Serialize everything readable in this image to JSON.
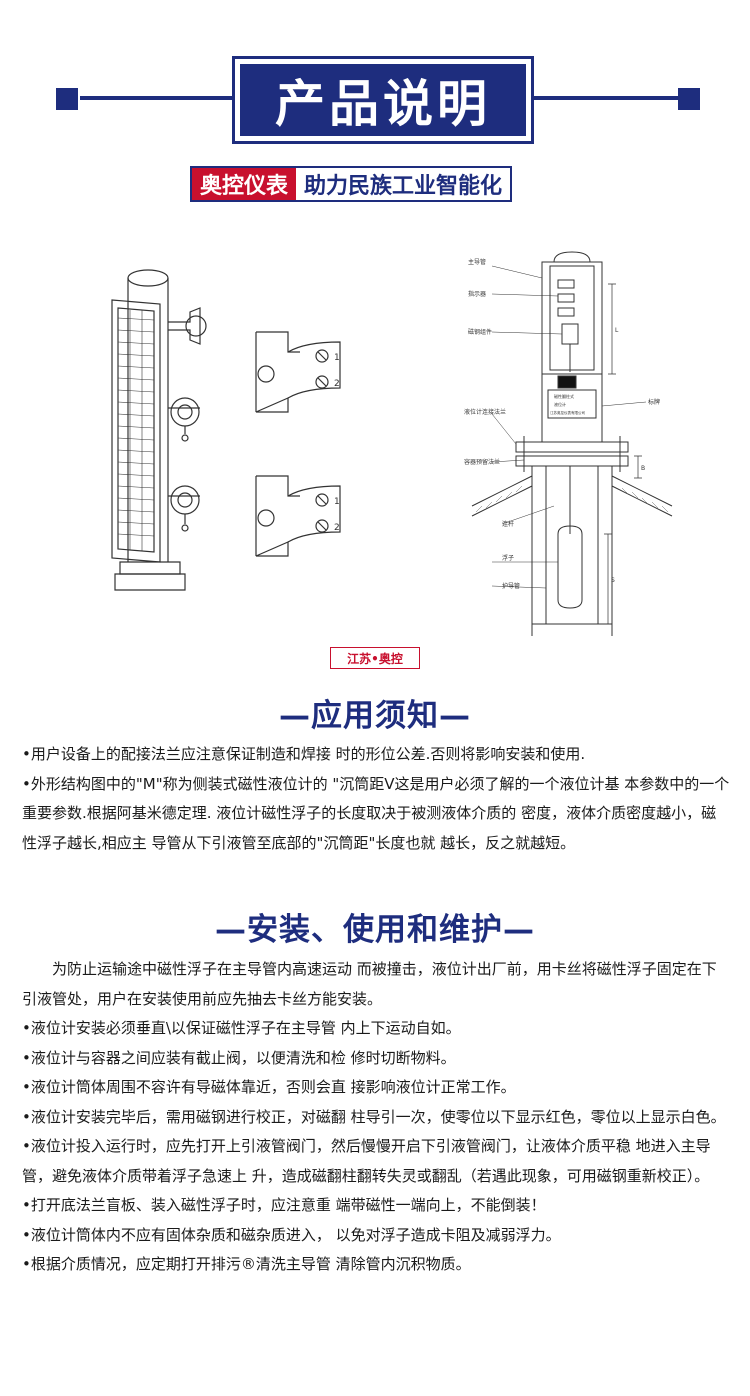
{
  "header": {
    "title": "产品说明",
    "brand_name": "奥控仪表",
    "brand_slogan": "助力民族工业智能化"
  },
  "diagram_labels": {
    "main_tube": "主导管",
    "indicator": "指示器",
    "magnetic_assembly": "磁钢组件",
    "nameplate": "标牌",
    "level_flange": "液位计连接法兰",
    "vessel_flange": "容器预留法兰",
    "rod": "连杆",
    "float": "浮子",
    "guard_tube": "护导管",
    "dim_L": "L",
    "dim_B": "B",
    "dim_S": "S",
    "port_1": "1",
    "port_2": "2",
    "nameplate_text_1": "磁性翻柱式",
    "nameplate_text_2": "液位计",
    "nameplate_text_3": "江苏奥控仪表有限公司"
  },
  "watermark": "江苏•奥控",
  "section1": {
    "heading": "—应用须知—",
    "paragraphs": [
      "•用户设备上的配接法兰应注意保证制造和焊接 时的形位公差.否则将影响安装和使用.",
      "•外形结构图中的\"M\"称为侧装式磁性液位计的 \"沉筒距V这是用户必须了解的一个液位计基 本参数中的一个重要参数.根据阿基米德定理. 液位计磁性浮子的长度取决于被测液体介质的 密度，液体介质密度越小，磁性浮子越长,相应主 导管从下引液管至底部的\"沉筒距\"长度也就 越长，反之就越短。"
    ]
  },
  "section2": {
    "heading": "—安装、使用和维护—",
    "paragraphs": [
      "为防止运输途中磁性浮子在主导管内高速运动 而被撞击，液位计出厂前，用卡丝将磁性浮子固定在下引液管处，用户在安装使用前应先抽去卡丝方能安装。",
      "•液位计安装必须垂直\\以保证磁性浮子在主导管 内上下运动自如。",
      "•液位计与容器之间应装有截止阀，以便清洗和检 修时切断物料。",
      "•液位计筒体周围不容许有导磁体靠近，否则会直 接影响液位计正常工作。",
      "•液位计安装完毕后，需用磁钢进行校正，对磁翻 柱导引一次，使零位以下显示红色，零位以上显示白色。",
      "•液位计投入运行时，应先打开上引液管阀门，然后慢慢开启下引液管阀门，让液体介质平稳 地进入主导管，避免液体介质带着浮子急速上 升，造成磁翻柱翻转失灵或翻乱（若遇此现象，可用磁钢重新校正）。",
      "•打开底法兰盲板、装入磁性浮子时，应注意重 端带磁性一端向上，不能倒装！",
      "•液位计筒体内不应有固体杂质和磁杂质进入， 以免对浮子造成卡阻及减弱浮力。",
      "•根据介质情况，应定期打开排污®清洗主导管 清除管内沉积物质。"
    ]
  },
  "colors": {
    "navy": "#1e2d7e",
    "red": "#c8102e"
  }
}
